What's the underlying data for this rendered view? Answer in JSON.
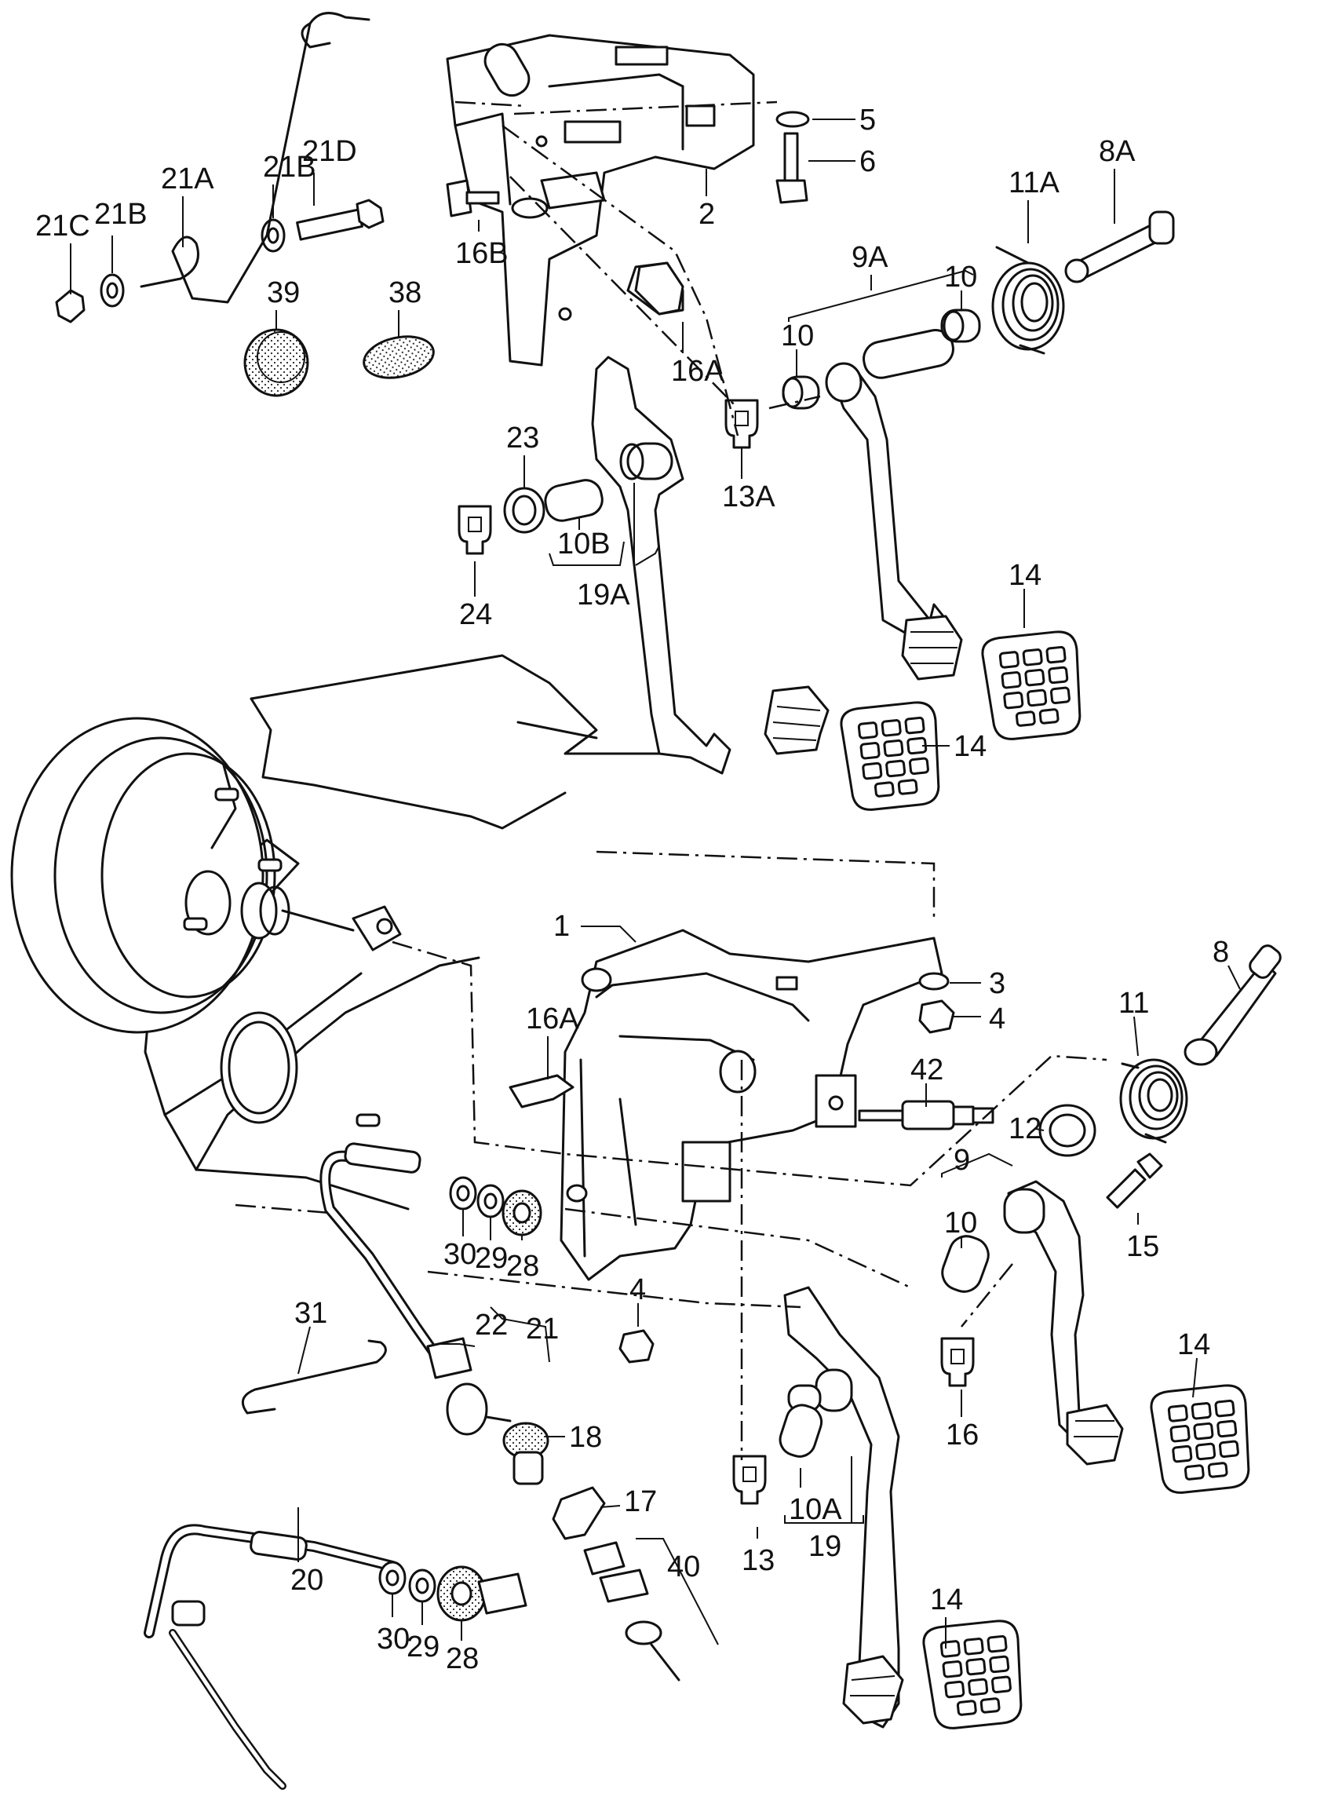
{
  "labels": [
    {
      "id": "21C",
      "text": "21C"
    },
    {
      "id": "21B-left",
      "text": "21B"
    },
    {
      "id": "21A",
      "text": "21A"
    },
    {
      "id": "21B-right",
      "text": "21B"
    },
    {
      "id": "21D",
      "text": "21D"
    },
    {
      "id": "39",
      "text": "39"
    },
    {
      "id": "38",
      "text": "38"
    },
    {
      "id": "16B",
      "text": "16B"
    },
    {
      "id": "2",
      "text": "2"
    },
    {
      "id": "5",
      "text": "5"
    },
    {
      "id": "6",
      "text": "6"
    },
    {
      "id": "8A",
      "text": "8A"
    },
    {
      "id": "11A",
      "text": "11A"
    },
    {
      "id": "9A",
      "text": "9A"
    },
    {
      "id": "10-upper-right",
      "text": "10"
    },
    {
      "id": "10-upper-left",
      "text": "10"
    },
    {
      "id": "16A-upper",
      "text": "16A"
    },
    {
      "id": "13A",
      "text": "13A"
    },
    {
      "id": "23",
      "text": "23"
    },
    {
      "id": "10B",
      "text": "10B"
    },
    {
      "id": "19A",
      "text": "19A"
    },
    {
      "id": "24",
      "text": "24"
    },
    {
      "id": "14-a",
      "text": "14"
    },
    {
      "id": "14-b",
      "text": "14"
    },
    {
      "id": "1",
      "text": "1"
    },
    {
      "id": "3",
      "text": "3"
    },
    {
      "id": "4-upper",
      "text": "4"
    },
    {
      "id": "8",
      "text": "8"
    },
    {
      "id": "11",
      "text": "11"
    },
    {
      "id": "16A-lower",
      "text": "16A"
    },
    {
      "id": "42",
      "text": "42"
    },
    {
      "id": "12",
      "text": "12"
    },
    {
      "id": "9",
      "text": "9"
    },
    {
      "id": "15",
      "text": "15"
    },
    {
      "id": "10-lower",
      "text": "10"
    },
    {
      "id": "30-upper",
      "text": "30"
    },
    {
      "id": "29-upper",
      "text": "29"
    },
    {
      "id": "28-upper",
      "text": "28"
    },
    {
      "id": "4-lower",
      "text": "4"
    },
    {
      "id": "31",
      "text": "31"
    },
    {
      "id": "22",
      "text": "22"
    },
    {
      "id": "21",
      "text": "21"
    },
    {
      "id": "18",
      "text": "18"
    },
    {
      "id": "14-c",
      "text": "14"
    },
    {
      "id": "16",
      "text": "16"
    },
    {
      "id": "17",
      "text": "17"
    },
    {
      "id": "20",
      "text": "20"
    },
    {
      "id": "40",
      "text": "40"
    },
    {
      "id": "10A",
      "text": "10A"
    },
    {
      "id": "19",
      "text": "19"
    },
    {
      "id": "13",
      "text": "13"
    },
    {
      "id": "30-lower",
      "text": "30"
    },
    {
      "id": "29-lower",
      "text": "29"
    },
    {
      "id": "28-lower",
      "text": "28"
    },
    {
      "id": "14-d",
      "text": "14"
    }
  ]
}
